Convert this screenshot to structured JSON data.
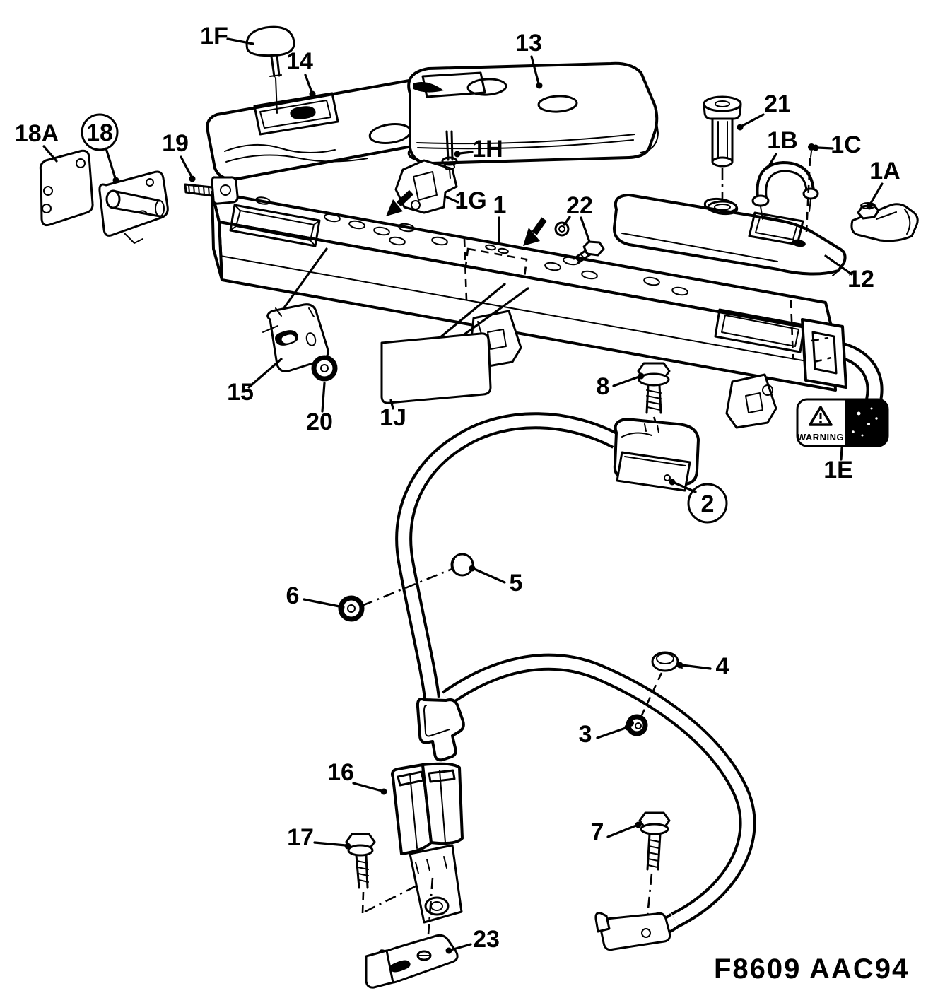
{
  "figure_code": "F8609 AAC94",
  "warning_label": {
    "heading": "WARNING",
    "icon": "warning-triangle-icon"
  },
  "callouts": {
    "1": "1",
    "2": "2",
    "3": "3",
    "4": "4",
    "5": "5",
    "6": "6",
    "7": "7",
    "8": "8",
    "12": "12",
    "13": "13",
    "14": "14",
    "15": "15",
    "16": "16",
    "17": "17",
    "18": "18",
    "18A": "18A",
    "19": "19",
    "20": "20",
    "21": "21",
    "22": "22",
    "23": "23",
    "1A": "1A",
    "1B": "1B",
    "1C": "1C",
    "1E": "1E",
    "1F": "1F",
    "1G": "1G",
    "1H": "1H",
    "1J": "1J"
  }
}
